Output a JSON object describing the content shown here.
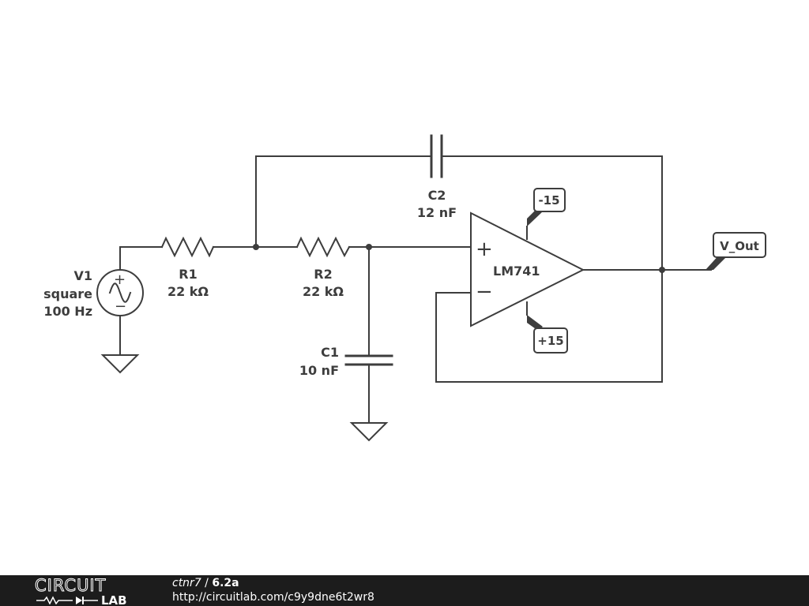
{
  "colors": {
    "ink": "#3d3d3d",
    "footer_bg": "#1c1c1c",
    "footer_text": "#ffffff",
    "background": "#ffffff"
  },
  "components": {
    "v1": {
      "name": "V1",
      "type": "square",
      "freq": "100 Hz",
      "icon": "ac-source-icon"
    },
    "r1": {
      "name": "R1",
      "value": "22 kΩ",
      "icon": "resistor-icon"
    },
    "r2": {
      "name": "R2",
      "value": "22 kΩ",
      "icon": "resistor-icon"
    },
    "c1": {
      "name": "C1",
      "value": "10 nF",
      "icon": "capacitor-icon"
    },
    "c2": {
      "name": "C2",
      "value": "12 nF",
      "icon": "capacitor-icon"
    },
    "opamp": {
      "name": "LM741",
      "plus_symbol": "+",
      "minus_symbol": "−"
    }
  },
  "nets": {
    "vneg": "-15",
    "vpos": "+15",
    "out": "V_Out"
  },
  "footer": {
    "logo_top": "CIRCUIT",
    "logo_bottom": "LAB",
    "author": "ctnr7",
    "separator": " / ",
    "title": "6.2a",
    "url": "http://circuitlab.com/c9y9dne6t2wr8"
  }
}
